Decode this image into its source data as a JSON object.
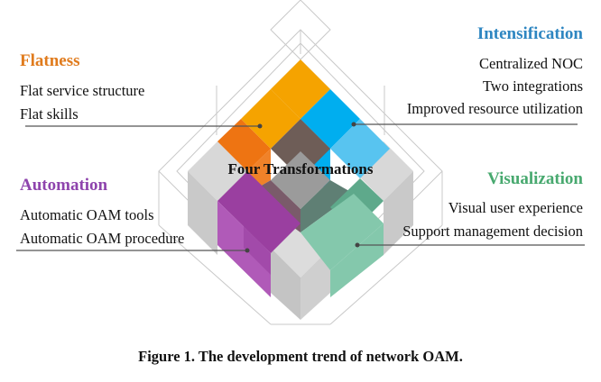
{
  "center_label": "Four Transformations",
  "caption": "Figure 1. The development trend of network OAM.",
  "groups": [
    {
      "title": "Flatness",
      "color": "#e07b1d",
      "items": [
        "Flat service structure",
        "Flat skills"
      ]
    },
    {
      "title": "Intensification",
      "color": "#2e86c1",
      "items": [
        "Centralized NOC",
        "Two integrations",
        "Improved resource utilization"
      ]
    },
    {
      "title": "Automation",
      "color": "#8e44ad",
      "items": [
        "Automatic OAM tools",
        "Automatic OAM procedure"
      ]
    },
    {
      "title": "Visualization",
      "color": "#48a96f",
      "items": [
        "Visual user experience",
        "Support management decision"
      ]
    }
  ],
  "colors": {
    "orange_a": "#f5a300",
    "orange_b": "#ee7412",
    "blue_a": "#00aeef",
    "blue_b": "#58c4f0",
    "purple_a": "#9a3fa0",
    "purple_b": "#b05ab8",
    "green_a": "#5ea98b",
    "green_b": "#84c8ac",
    "gray": "#d8d8d8",
    "gray_dark": "#bdbdbd"
  }
}
